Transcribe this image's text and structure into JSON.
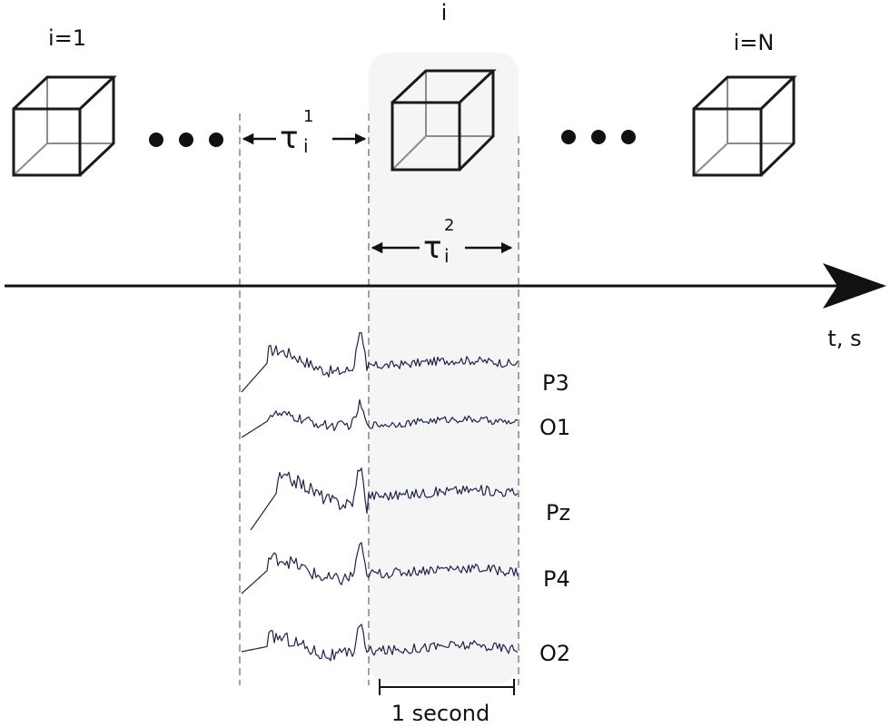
{
  "stimuli": {
    "first_label": "i=1",
    "current_label": "i",
    "last_label": "i=N"
  },
  "intervals": {
    "tau_symbol": "τ",
    "tau1_sub": "i",
    "tau1_sup": "1",
    "tau2_sub": "i",
    "tau2_sup": "2"
  },
  "time_axis": {
    "label": "t, s"
  },
  "channels": [
    "P3",
    "O1",
    "Pz",
    "P4",
    "O2"
  ],
  "scale_bar": {
    "label": "1 second"
  },
  "colors": {
    "highlight": "#f5f5f5",
    "trace": "#1c2250",
    "line": "#111111"
  }
}
